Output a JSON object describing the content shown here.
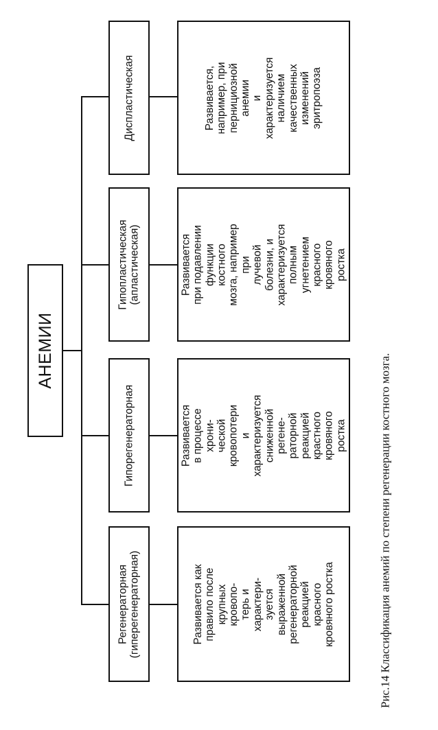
{
  "diagram": {
    "root": "АНЕМИИ",
    "categories": [
      {
        "label": "Регенераторная\n(гиперегенераторная)",
        "description": "Развивается как\nправило после\nкрупных кровопо-\nтерь и характери-\nзуется выраженной\nрегенераторной\nреакцией красного\nкровяного ростка"
      },
      {
        "label": "Гипорегенераторная",
        "description": "Развивается\nв процессе хрони-\nческой кровопотери\nи характеризуется\nсниженной регене-\nраторной реакцией\nкрастного кровяного\nростка"
      },
      {
        "label": "Гипопластическая\n(апластическая)",
        "description": "Развивается\nпри подавлении\nфункции костного\nмозга, например при\nлучевой болезни, и\nхарактеризуется\nполным угнетением\nкрасного кровяного\nростка"
      },
      {
        "label": "Диспластическая",
        "description": "Развивается,\nнапример, при\nпернициозной анемии\nи характеризуется\nналичием\nкачественных\nизменений\nэритропоэза"
      }
    ]
  },
  "caption": "Рис.14 Классификация анемий по степени регенерации костного мозга."
}
